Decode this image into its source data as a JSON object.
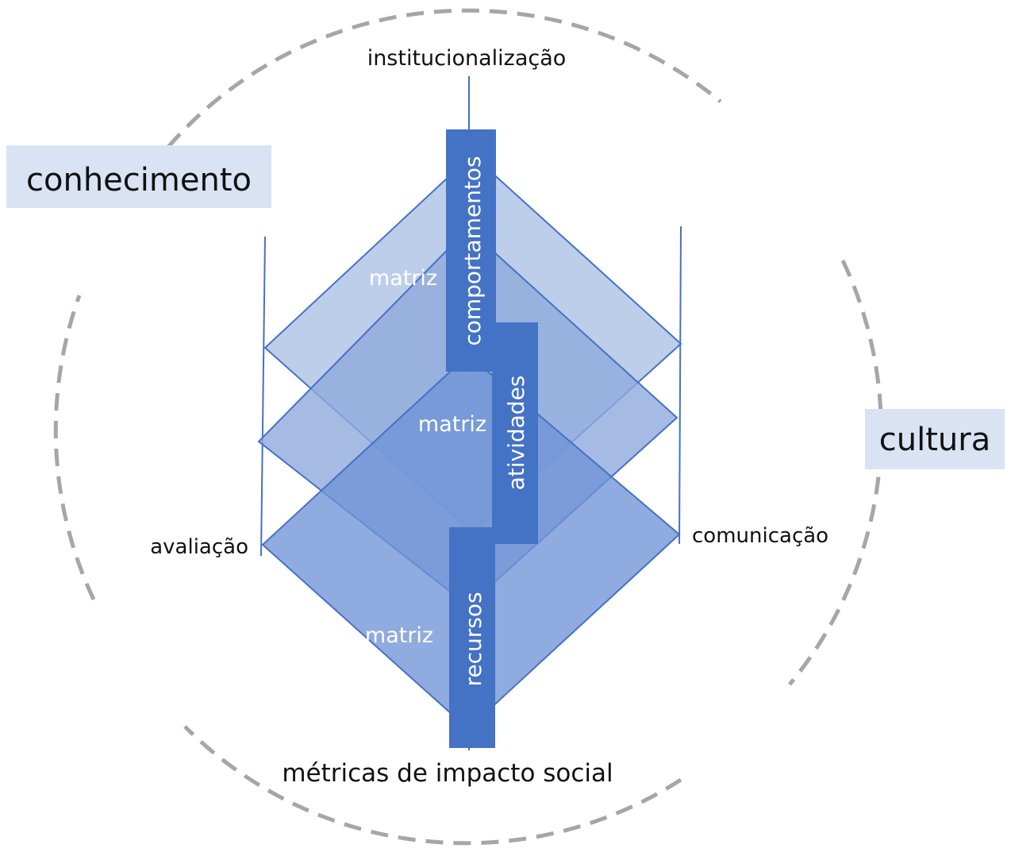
{
  "labels": {
    "top": "institucionalização",
    "bottom": "métricas de impacto social",
    "left": "avaliação",
    "right": "comunicação",
    "knowledge": "conhecimento",
    "culture": "cultura",
    "matrix_top": "matriz",
    "matrix_middle": "matriz",
    "matrix_bottom": "matriz",
    "behaviors": "comportamentos",
    "activities": "atividades",
    "resources": "recursos"
  },
  "colors": {
    "accent": "#4472c4",
    "diamond_top": "#b4c7e7",
    "diamond_middle": "#8faadc",
    "diamond_bottom": "#7094d6",
    "box_fill": "#dae3f3",
    "dashed_circle": "#a6a6a6"
  }
}
